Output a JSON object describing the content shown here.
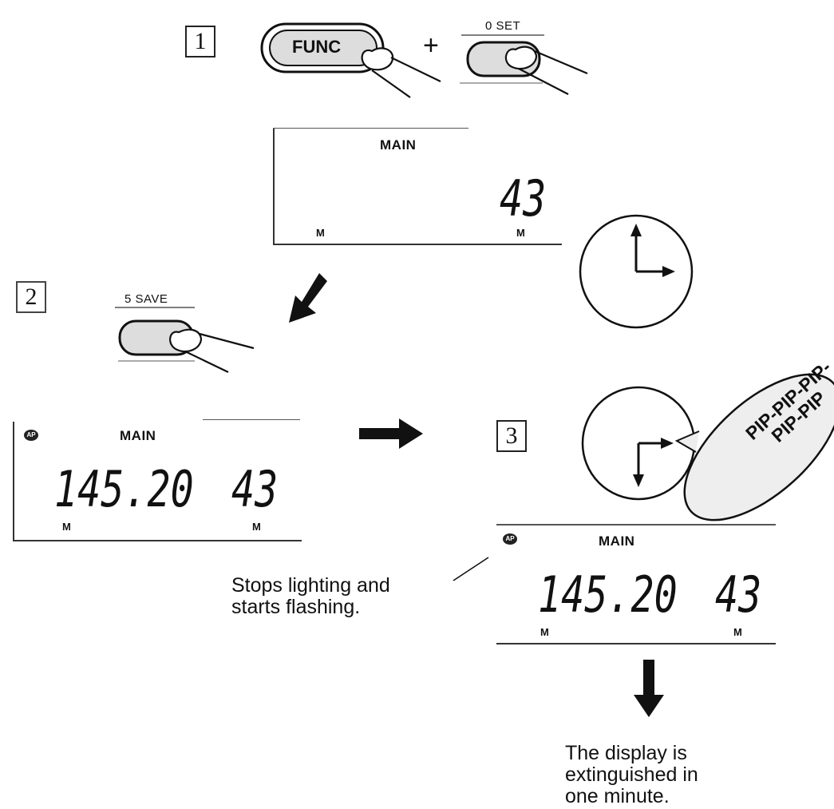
{
  "steps": [
    "1",
    "2",
    "3"
  ],
  "keys": {
    "func": "FUNC",
    "plus": "+",
    "set": "0 SET",
    "save": "5 SAVE"
  },
  "displays": {
    "first": {
      "label": "MAIN",
      "channel": "43",
      "m_left": "M",
      "m_right": "M"
    },
    "second": {
      "badge": "AP",
      "label": "MAIN",
      "freq": "145.20",
      "channel": "43",
      "m_left": "M",
      "m_right": "M"
    },
    "third": {
      "badge": "AP",
      "label": "MAIN",
      "freq": "145.20",
      "channel": "43",
      "m_left": "M",
      "m_right": "M"
    }
  },
  "sound": {
    "line1": "PIP-PIP-PIP-",
    "line2": "PIP-PIP"
  },
  "captions": {
    "flashing": [
      "Stops lighting and",
      "starts flashing."
    ],
    "extinguished": [
      "The display is",
      "extinguished in",
      "one minute."
    ]
  }
}
